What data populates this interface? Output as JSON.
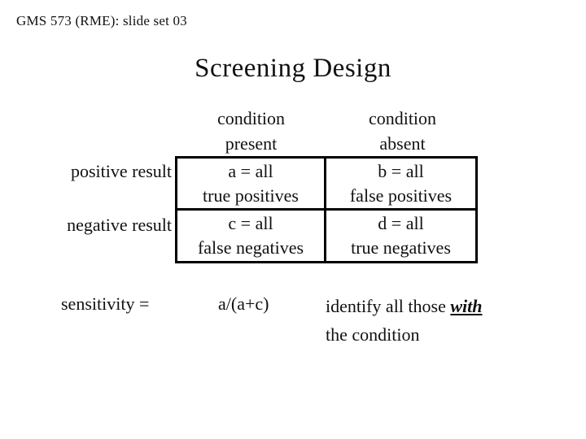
{
  "slide": {
    "header": "GMS 573 (RME): slide set 03",
    "title": "Screening Design"
  },
  "table": {
    "col_headers": [
      {
        "line1": "condition",
        "line2": "present"
      },
      {
        "line1": "condition",
        "line2": "absent"
      }
    ],
    "row_headers": [
      "positive result",
      "negative result"
    ],
    "cells": [
      [
        {
          "line1": "a = all",
          "line2": "true positives"
        },
        {
          "line1": "b = all",
          "line2": "false positives"
        }
      ],
      [
        {
          "line1": "c = all",
          "line2": "false negatives"
        },
        {
          "line1": "d = all",
          "line2": "true negatives"
        }
      ]
    ]
  },
  "formula": {
    "label": "sensitivity =",
    "expression": "a/(a+c)",
    "note_prefix": "identify all those ",
    "note_emphasis": "with",
    "note_line2": "the condition"
  },
  "colors": {
    "text": "#111111",
    "background": "#ffffff",
    "table_border": "#000000"
  }
}
